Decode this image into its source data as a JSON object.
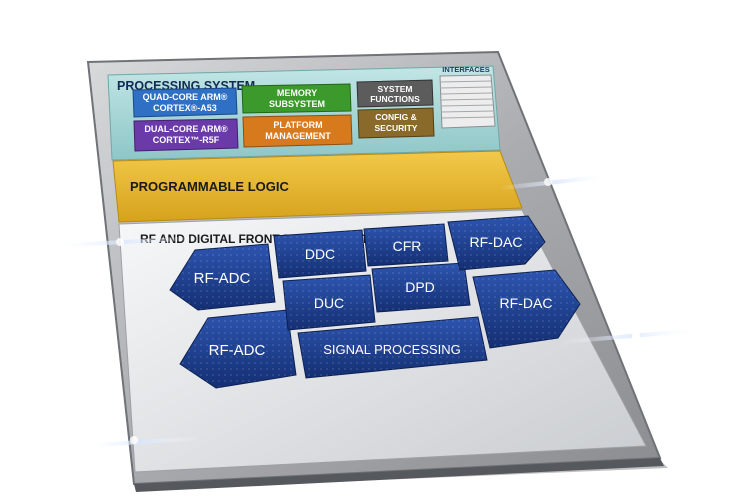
{
  "processing_system": {
    "title": "PROCESSING SYSTEM",
    "interfaces_label": "INTERFACES",
    "a53": [
      "QUAD-CORE ARM®",
      "CORTEX®-A53"
    ],
    "r5f": [
      "DUAL-CORE ARM®",
      "CORTEX™-R5F"
    ],
    "memory": [
      "MEMORY",
      "SUBSYSTEM"
    ],
    "platform": [
      "PLATFORM",
      "MANAGEMENT"
    ],
    "system_functions": [
      "SYSTEM",
      "FUNCTIONS"
    ],
    "config_security": [
      "CONFIG &",
      "SECURITY"
    ]
  },
  "programmable_logic": {
    "title": "PROGRAMMABLE LOGIC"
  },
  "rf_subsystem": {
    "title": "RF AND DIGITAL FRONT-END SUBSYSTEM",
    "rf_adc_top": "RF-ADC",
    "rf_adc_bottom": "RF-ADC",
    "ddc": "DDC",
    "cfr": "CFR",
    "duc": "DUC",
    "dpd": "DPD",
    "rf_dac_top": "RF-DAC",
    "rf_dac_bottom": "RF-DAC",
    "signal_processing": "SIGNAL PROCESSING"
  },
  "colors": {
    "ps_bg": "#a9d6d6",
    "pl_bg": "#e8b82c",
    "rf_bg": "#eceef0",
    "block_blue": "#1e3f8f",
    "a53": "#2f6fc4",
    "r5f": "#6a3aa8",
    "memory": "#3c9a2c",
    "platform": "#d77a1e",
    "system_functions": "#5c5c5c",
    "config_security": "#8a6a2a"
  }
}
